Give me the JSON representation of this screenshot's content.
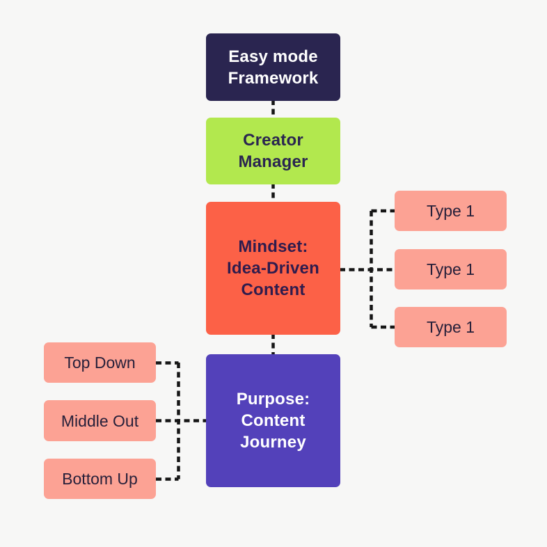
{
  "diagram": {
    "background": "#f7f7f6",
    "connector_color": "#161616",
    "nodes": {
      "easy_mode": {
        "label": "Easy mode\nFramework",
        "bg": "#2a2550",
        "fg": "#ffffff"
      },
      "creator_manager": {
        "label": "Creator\nManager",
        "bg": "#b2e84e",
        "fg": "#2a2550"
      },
      "mindset": {
        "label": "Mindset:\nIdea-Driven\nContent",
        "bg": "#fc6147",
        "fg": "#2f1c4d"
      },
      "purpose": {
        "label": "Purpose:\nContent\nJourney",
        "bg": "#5341ba",
        "fg": "#ffffff"
      },
      "type1_top": {
        "label": "Type 1",
        "bg": "#fca294",
        "fg": "#27203a"
      },
      "type1_middle": {
        "label": "Type 1",
        "bg": "#fca294",
        "fg": "#27203a"
      },
      "type1_bottom": {
        "label": "Type 1",
        "bg": "#fca294",
        "fg": "#27203a"
      },
      "top_down": {
        "label": "Top Down",
        "bg": "#fca294",
        "fg": "#27203a"
      },
      "middle_out": {
        "label": "Middle Out",
        "bg": "#fca294",
        "fg": "#27203a"
      },
      "bottom_up": {
        "label": "Bottom Up",
        "bg": "#fca294",
        "fg": "#27203a"
      }
    }
  }
}
